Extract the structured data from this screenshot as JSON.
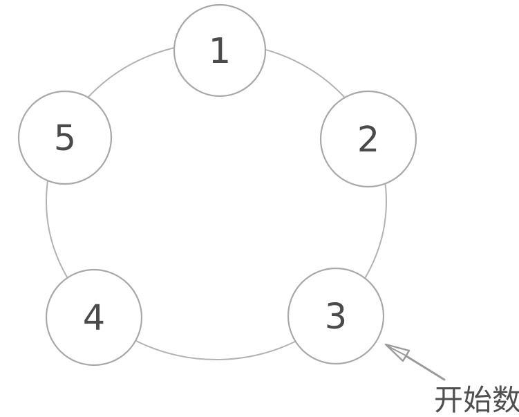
{
  "figure": {
    "background_color": "#ffffff",
    "ring_color": "#b2b2b2",
    "node_stroke_color": "#a8a8a8",
    "node_fill_color": "#ffffff",
    "number_color": "#4a4a4a",
    "arrow_color": "#9a9a9a",
    "annotation_color": "#4f4f4f"
  },
  "nodes": [
    {
      "label": "1"
    },
    {
      "label": "2"
    },
    {
      "label": "3"
    },
    {
      "label": "4"
    },
    {
      "label": "5"
    }
  ],
  "annotation": {
    "label": "开始数",
    "points_to_node": "3"
  }
}
